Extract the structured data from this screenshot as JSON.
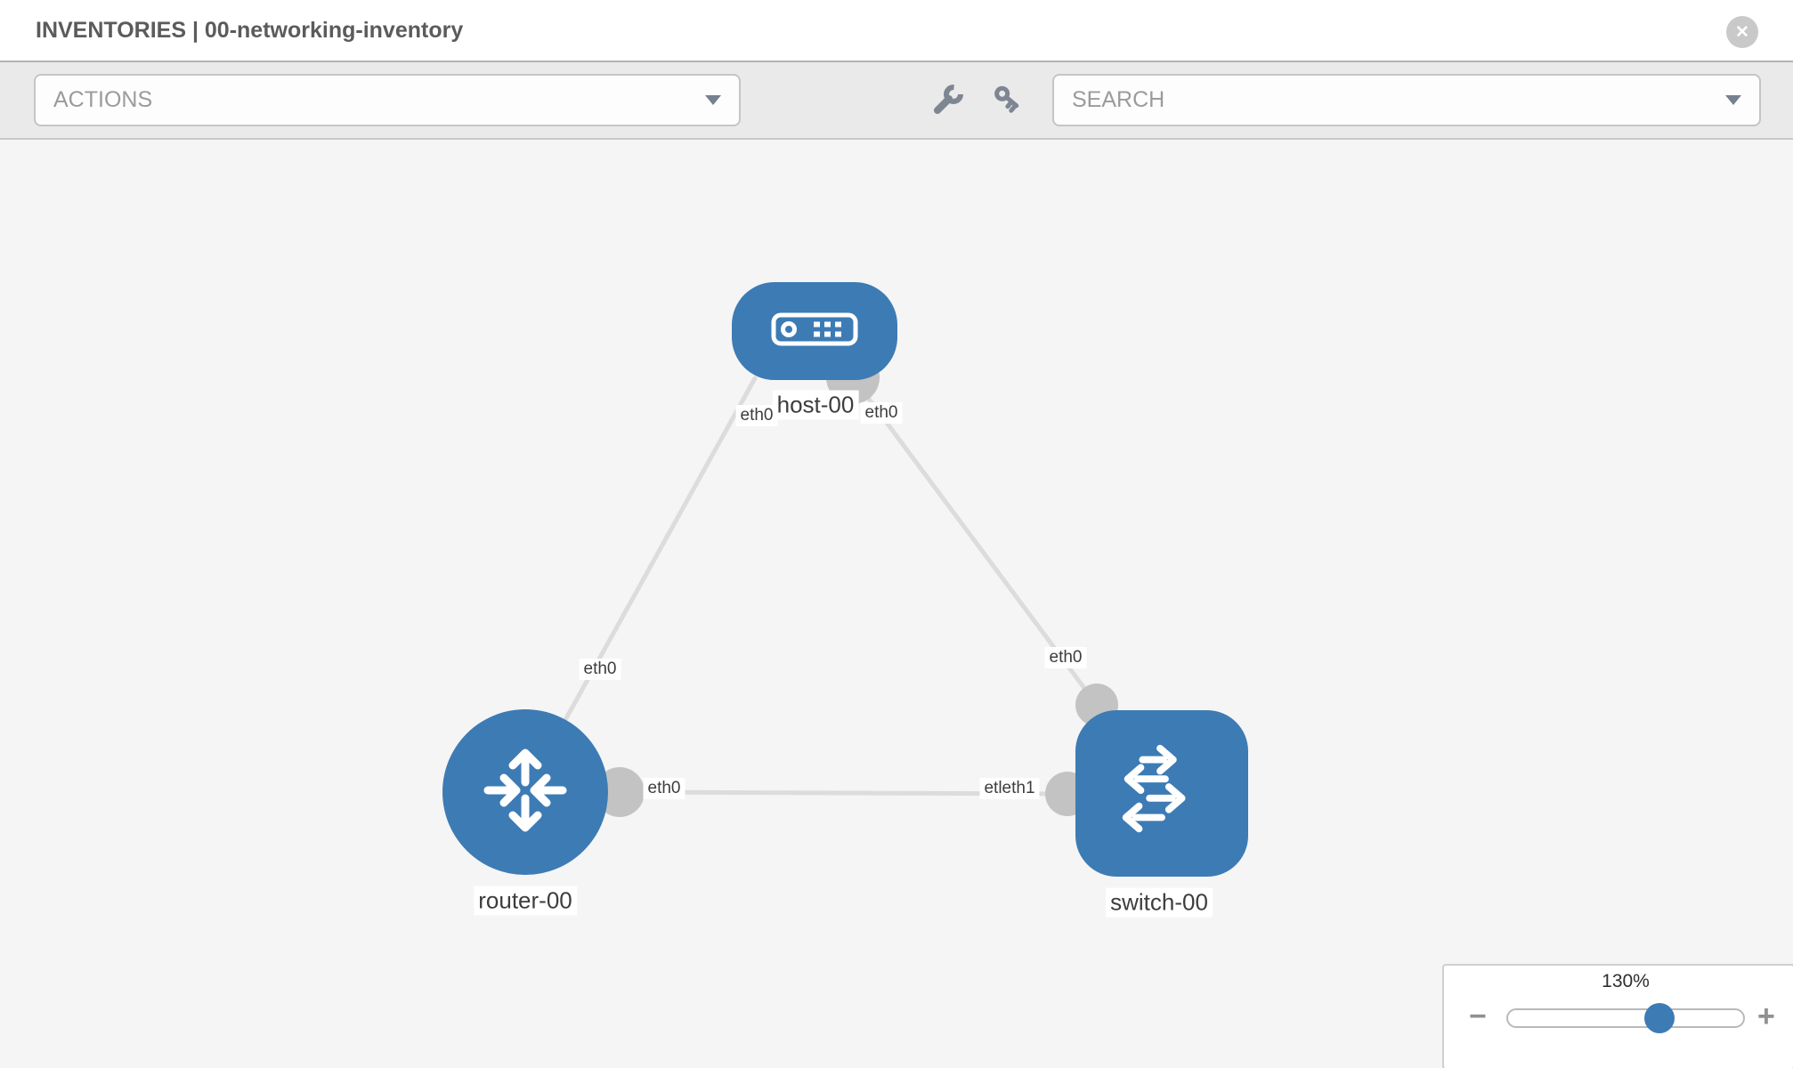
{
  "header": {
    "title": "INVENTORIES | 00-networking-inventory",
    "close_icon": "✕"
  },
  "toolbar": {
    "actions_dropdown": {
      "placeholder": "ACTIONS"
    },
    "search_dropdown": {
      "placeholder": "SEARCH"
    },
    "icon_buttons": [
      "wrench-icon",
      "key-icon"
    ]
  },
  "topology": {
    "nodes": [
      {
        "name": "host-00",
        "type": "host"
      },
      {
        "name": "router-00",
        "type": "router"
      },
      {
        "name": "switch-00",
        "type": "switch"
      }
    ],
    "links": [
      {
        "from": "router-00",
        "to": "host-00",
        "from_label": "eth0",
        "to_label": "eth0"
      },
      {
        "from": "host-00",
        "to": "switch-00",
        "from_label": "eth0",
        "to_label": "eth0"
      },
      {
        "from": "router-00",
        "to": "switch-00",
        "from_label": "eth0",
        "to_label": "etleth1"
      }
    ]
  },
  "zoom_control": {
    "level": "130%",
    "minus_label": "−",
    "plus_label": "+"
  },
  "colors": {
    "node_blue": "#3d7bb5",
    "link_gray": "#dcdcdc",
    "port_gray": "#c3c3c3",
    "canvas_bg": "#f5f5f5",
    "toolbar_bg": "#eaeaea"
  }
}
